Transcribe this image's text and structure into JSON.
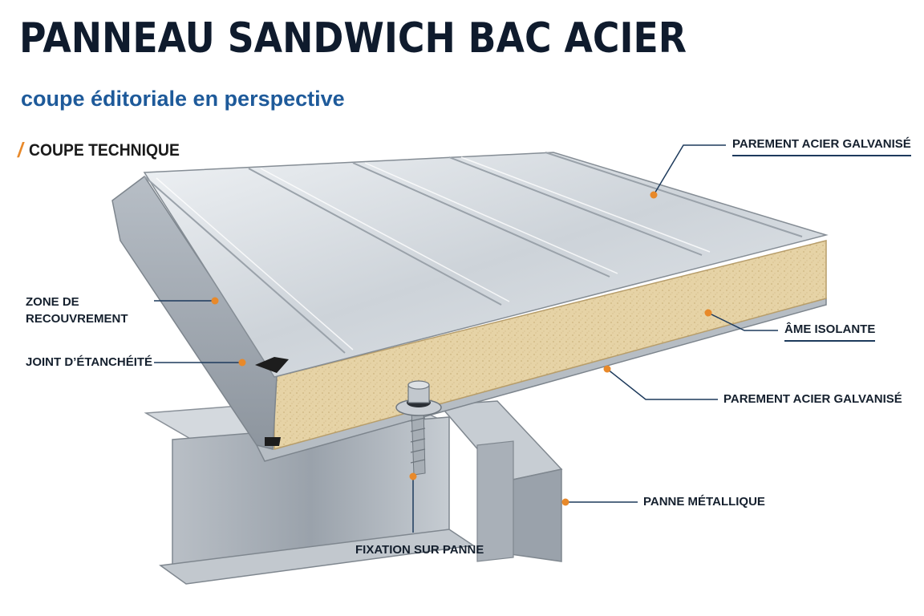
{
  "title": "PANNEAU SANDWICH BAC ACIER",
  "subtitle": "coupe éditoriale en perspective",
  "section": {
    "slash": "/",
    "label": "COUPE TECHNIQUE"
  },
  "labels": {
    "parement_top": "PAREMENT ACIER GALVANISÉ",
    "zone_line1": "ZONE DE",
    "zone_line2": "RECOUVREMENT",
    "joint": "JOINT D’ÉTANCHÉITÉ",
    "ame": "ÂME ISOLANTE",
    "parement_bottom": "PAREMENT ACIER GALVANISÉ",
    "panne": "PANNE MÉTALLIQUE",
    "fixation": "FIXATION SUR PANNE"
  },
  "colors": {
    "title": "#0f1b2d",
    "subtitle": "#1e5a9a",
    "accent": "#e8892a",
    "leader": "#1d3a5c",
    "steel": "#c9ced4",
    "insulation": "#e6d3a6"
  }
}
